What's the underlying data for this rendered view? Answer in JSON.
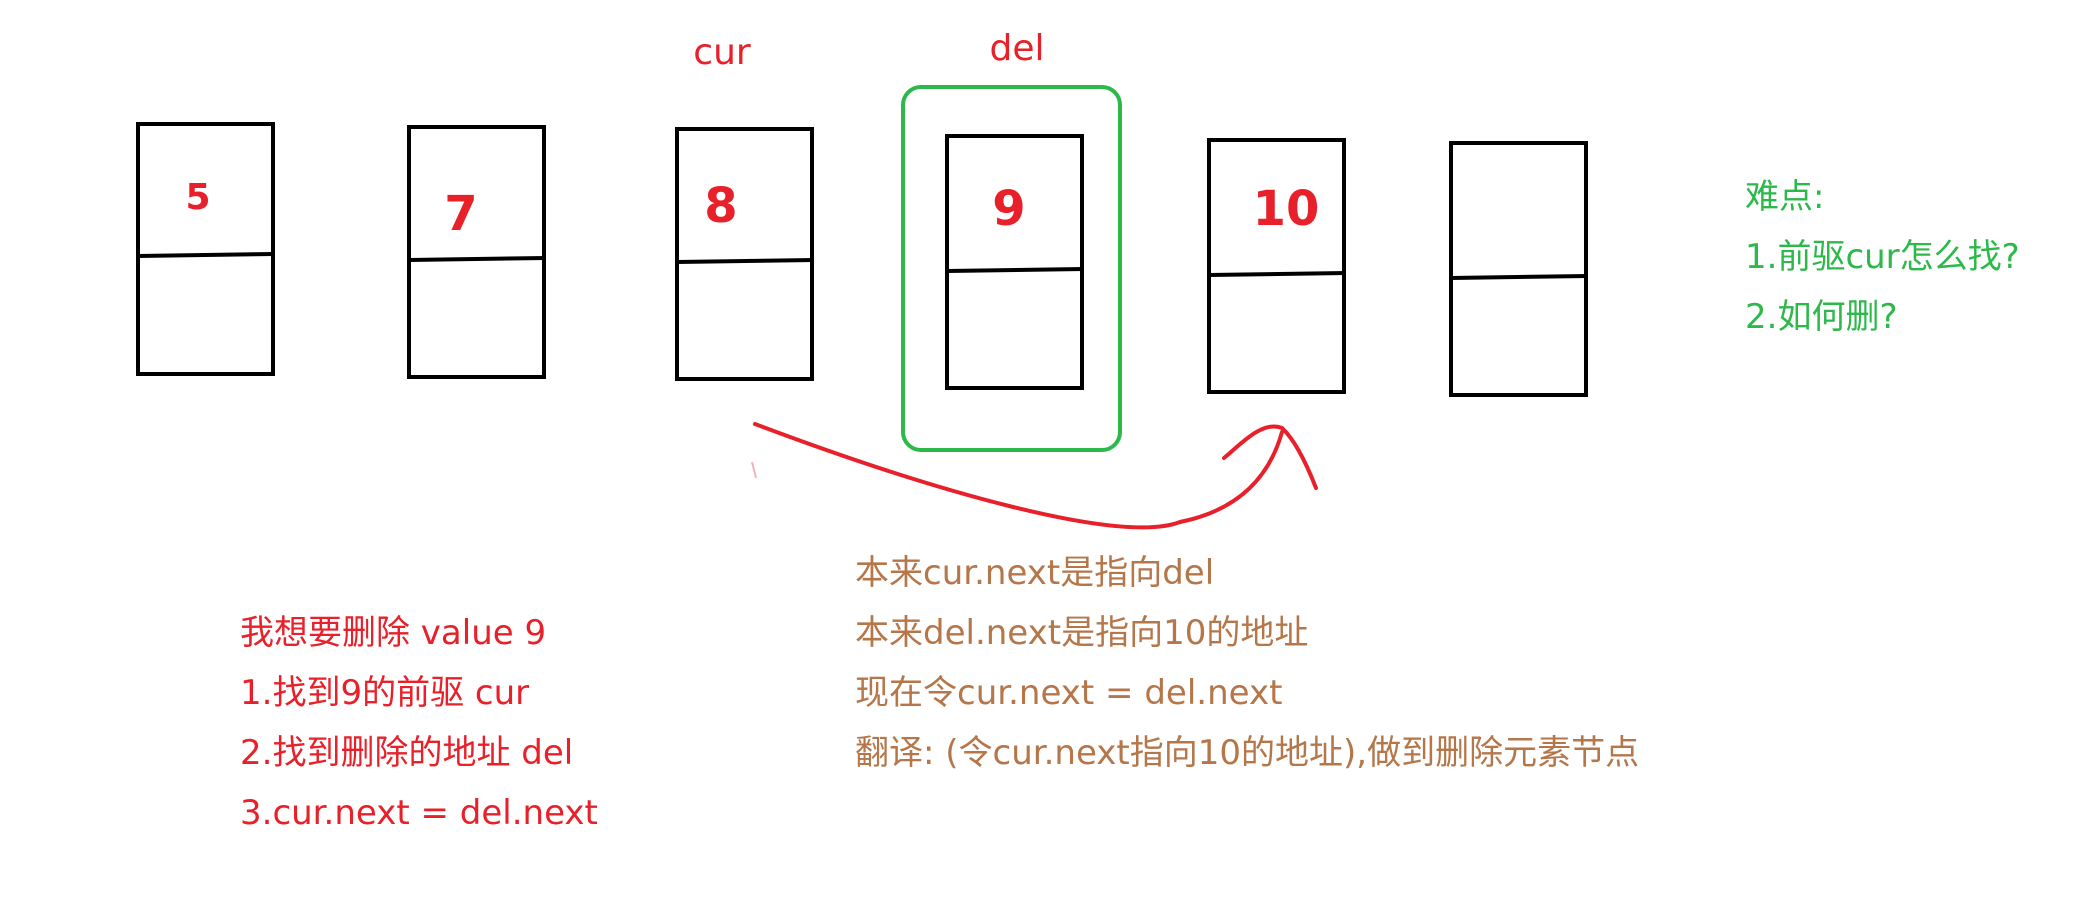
{
  "colors": {
    "node_stroke": "#000000",
    "value_text": "#e8202a",
    "highlight_box": "#2db84a",
    "arrow": "#e8202a",
    "notes_red": "#e8202a",
    "notes_green": "#2db84a",
    "notes_brown": "#b5764a"
  },
  "nodes": [
    {
      "value": "5"
    },
    {
      "value": "7"
    },
    {
      "value": "8"
    },
    {
      "value": "9"
    },
    {
      "value": "10"
    },
    {
      "value": ""
    }
  ],
  "pointers": {
    "cur_label": "cur",
    "del_label": "del"
  },
  "difficulties": {
    "title": "难点:",
    "items": [
      "1.前驱cur怎么找?",
      "2.如何删?"
    ]
  },
  "steps": {
    "title": "我想要删除 value 9",
    "items": [
      "1.找到9的前驱 cur",
      "2.找到删除的地址 del",
      "3.cur.next = del.next"
    ]
  },
  "explanation": {
    "lines": [
      "本来cur.next是指向del",
      "本来del.next是指向10的地址",
      "现在令cur.next = del.next",
      "翻译: (令cur.next指向10的地址),做到删除元素节点"
    ]
  }
}
